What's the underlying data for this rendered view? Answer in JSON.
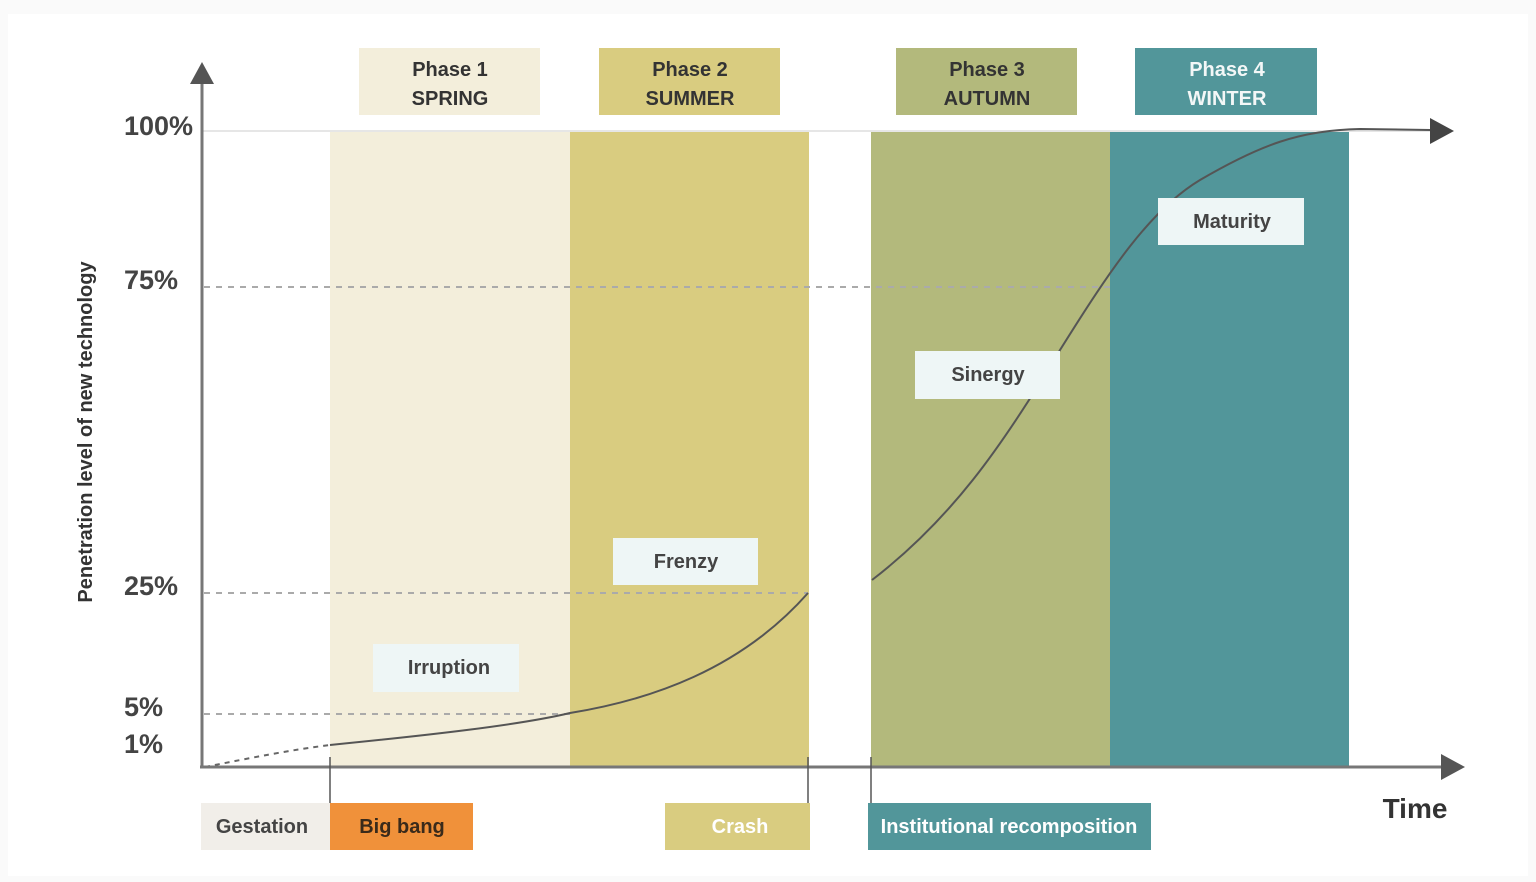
{
  "axis": {
    "y_label": "Penetration level of new technology",
    "x_label": "Time",
    "ticks": [
      {
        "label": "100%",
        "value": 100
      },
      {
        "label": "75%",
        "value": 75
      },
      {
        "label": "25%",
        "value": 25
      },
      {
        "label": "5%",
        "value": 5
      },
      {
        "label": "1%",
        "value": 1
      }
    ]
  },
  "phases": [
    {
      "name": "Phase 1",
      "season": "SPRING",
      "stage": "Irruption",
      "color": "#f3eedb",
      "header_color": "#f3eedb",
      "text_color": "#333333"
    },
    {
      "name": "Phase 2",
      "season": "SUMMER",
      "stage": "Frenzy",
      "color": "#d9cc80",
      "header_color": "#d9cc80",
      "text_color": "#333333"
    },
    {
      "name": "Phase 3",
      "season": "AUTUMN",
      "stage": "Sinergy",
      "color": "#b3b97c",
      "header_color": "#b3b97c",
      "text_color": "#333333"
    },
    {
      "name": "Phase 4",
      "season": "WINTER",
      "stage": "Maturity",
      "color": "#52969a",
      "header_color": "#52969a",
      "text_color": "#f3f7f7"
    }
  ],
  "events": [
    {
      "label": "Gestation",
      "color": "#f1eee9",
      "text_color": "#444444"
    },
    {
      "label": "Big bang",
      "color": "#f0913a",
      "text_color": "#3a2a1a"
    },
    {
      "label": "Crash",
      "color": "#d9cc80",
      "text_color": "#ffffff"
    },
    {
      "label": "Institutional recomposition",
      "color": "#52969a",
      "text_color": "#ffffff"
    }
  ]
}
